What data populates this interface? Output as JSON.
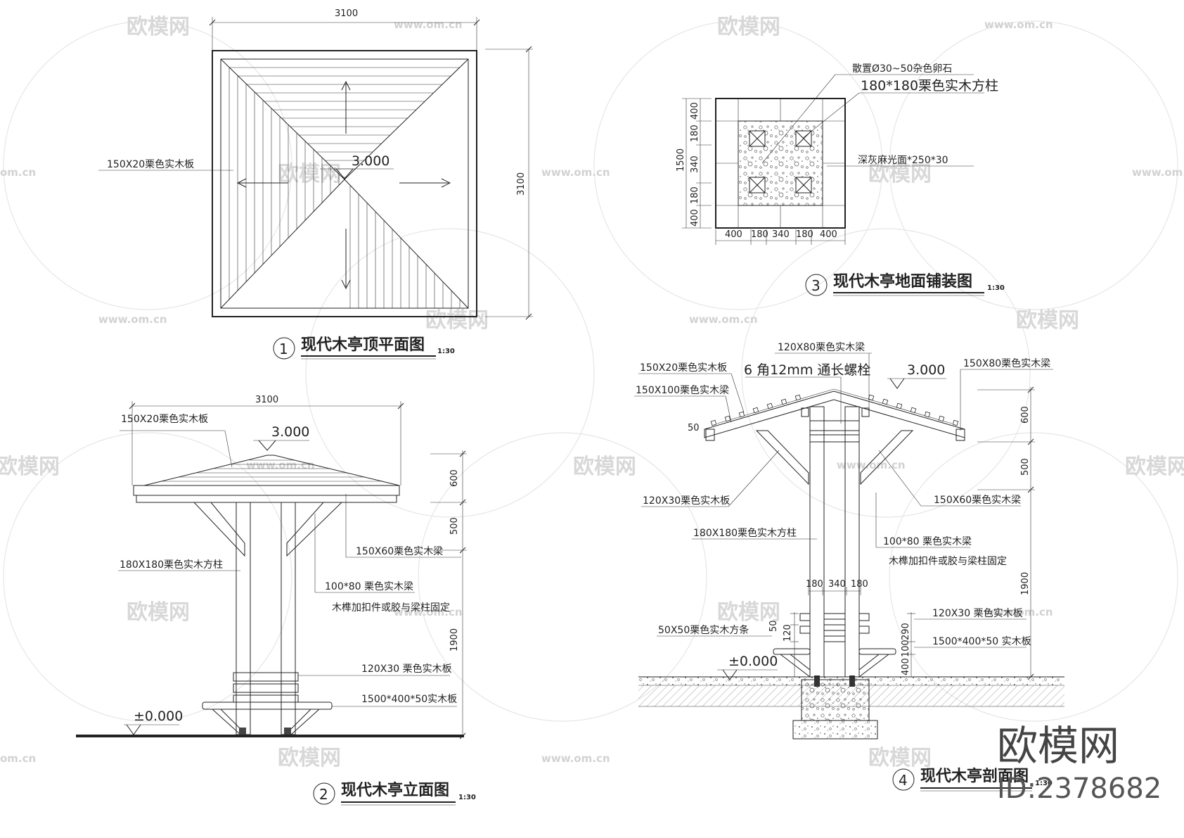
{
  "watermark": {
    "brand_cn": "欧模网",
    "url": "www.om.cn",
    "edge_url": "om.cn"
  },
  "branding": {
    "name": "欧模网",
    "id_label": "ID:2378682"
  },
  "drawings": {
    "roof_plan": {
      "number": "1",
      "title": "现代木亭顶平面图",
      "scale": "1:30",
      "width_label": "3100",
      "height_label": "3100",
      "elevation": "3.000",
      "board_label": "150X20栗色实木板"
    },
    "elevation": {
      "number": "2",
      "title": "现代木亭立面图",
      "scale": "1:30",
      "width_label": "3100",
      "roof_elev": "3.000",
      "ground_elev": "±0.000",
      "heights": [
        "600",
        "500",
        "1900"
      ],
      "labels": {
        "roof_board": "150X20栗色实木板",
        "post": "180X180栗色实木方柱",
        "beam": "150X60栗色实木梁",
        "brace": "100*80 栗色实木梁",
        "brace_note": "木榫加扣件或胶与梁柱固定",
        "bench_board": "120X30 栗色实木板",
        "seat_board": "1500*400*50实木板"
      }
    },
    "paving": {
      "number": "3",
      "title": "现代木亭地面铺装图",
      "scale": "1:30",
      "pebble_note": "散置Ø30~50杂色卵石",
      "post_note": "180*180栗色实木方柱",
      "granite_note": "深灰麻光面*250*30",
      "overall": "1500",
      "h_dims": [
        "400",
        "180",
        "340",
        "180",
        "400"
      ],
      "v_dims": [
        "400",
        "180",
        "340",
        "180",
        "400"
      ]
    },
    "section": {
      "number": "4",
      "title": "现代木亭剖面图",
      "scale": "1:30",
      "roof_elev": "3.000",
      "ground_elev": "±0.000",
      "heights": [
        "600",
        "500",
        "1900"
      ],
      "post_dims": [
        "180",
        "340",
        "180"
      ],
      "bench_dims": [
        "50",
        "120",
        "290",
        "100",
        "400"
      ],
      "labels": {
        "top_beam": "120X80栗色实木梁",
        "roof_board": "150X20栗色实木板",
        "bolt": "6 角12mm 通长螺栓",
        "rafter": "150X100栗色实木梁",
        "eave": "50",
        "right_beam": "150X80栗色实木梁",
        "fascia": "120X30栗色实木板",
        "side_beam": "150X60栗色实木梁",
        "post": "180X180栗色实木方柱",
        "brace": "100*80 栗色实木梁",
        "brace_note": "木榫加扣件或胶与梁柱固定",
        "batten": "50X50栗色实木方条",
        "bench_board": "120X30 栗色实木板",
        "seat_board": "1500*400*50 实木板"
      }
    }
  }
}
